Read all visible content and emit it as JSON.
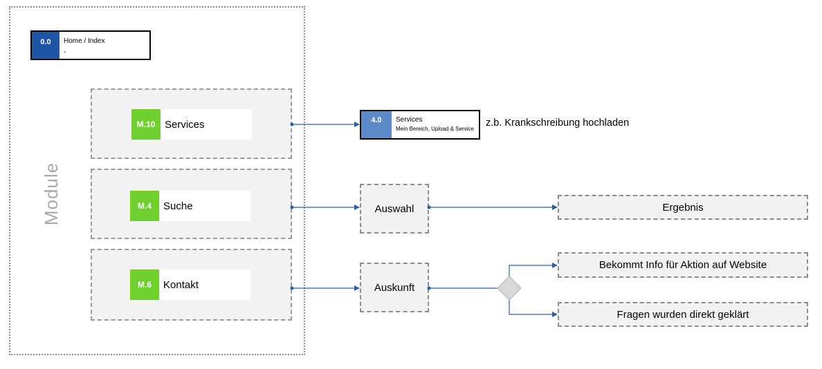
{
  "home": {
    "code": "0.0",
    "title": "Home / Index",
    "subtitle": "-"
  },
  "module_label": "Module",
  "modules": [
    {
      "code": "M.10",
      "label": "Services"
    },
    {
      "code": "M.4",
      "label": "Suche"
    },
    {
      "code": "M.6",
      "label": "Kontakt"
    }
  ],
  "services_page": {
    "code": "4.0",
    "title": "Services",
    "subtitle": "Mein Bereich, Upload & Service"
  },
  "services_note": "z.b. Krankschreibung hochladen",
  "nodes": {
    "auswahl": "Auswahl",
    "ergebnis": "Ergebnis",
    "auskunft": "Auskunft",
    "outcome_a": "Bekommt Info für Aktion auf Website",
    "outcome_b": "Fragen wurden direkt geklärt"
  },
  "colors": {
    "home_code": "#1f55a3",
    "page_code": "#5b89c9",
    "module_code": "#6ecf2e",
    "connector": "#2a5ea8",
    "decision": "#d9d9d9"
  }
}
